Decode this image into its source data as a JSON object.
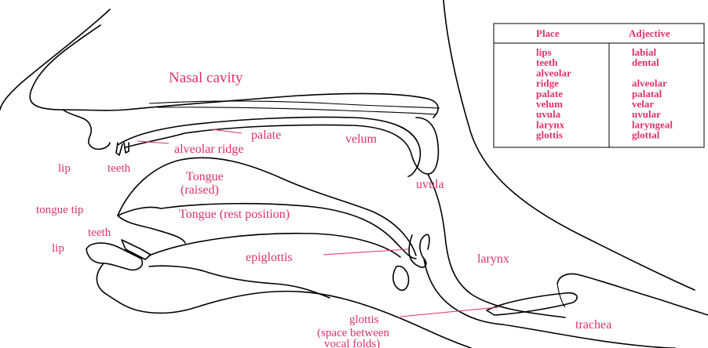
{
  "colors": {
    "label": "#e0306a",
    "line": "#000000",
    "background": "#ffffff"
  },
  "labels": {
    "nasal_cavity": "Nasal cavity",
    "palate": "palate",
    "alveolar_ridge": "alveolar ridge",
    "velum": "velum",
    "lip_upper": "lip",
    "teeth_upper": "teeth",
    "tongue_raised_1": "Tongue",
    "tongue_raised_2": "(raised)",
    "uvula": "uvula",
    "tongue_tip": "tongue tip",
    "tongue_rest": "Tongue (rest position)",
    "teeth_lower": "teeth",
    "lip_lower": "lip",
    "epiglottis": "epiglottis",
    "larynx": "larynx",
    "glottis_1": "glottis",
    "glottis_2": "(space between",
    "glottis_3": "vocal folds)",
    "trachea": "trachea"
  },
  "table": {
    "headers": [
      "Place",
      "Adjective"
    ],
    "rows": [
      [
        "lips",
        "labial"
      ],
      [
        "teeth",
        "dental"
      ],
      [
        "alveolar",
        ""
      ],
      [
        "ridge",
        "alveolar"
      ],
      [
        "palate",
        "palatal"
      ],
      [
        "velum",
        "velar"
      ],
      [
        "uvula",
        "uvular"
      ],
      [
        "larynx",
        "laryngeal"
      ],
      [
        "glottis",
        "glottal"
      ]
    ]
  }
}
